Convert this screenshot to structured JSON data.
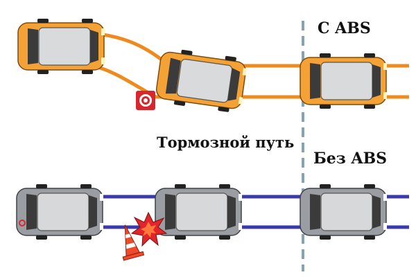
{
  "labels": {
    "with_abs": "С ABS",
    "without_abs": "Без ABS",
    "braking_distance": "Тормозной путь"
  },
  "colors": {
    "abs_track": "#ef8a1e",
    "abs_car_body": "#f4a236",
    "noabs_track": "#3a3ab0",
    "noabs_car_body": "#9a9ea3",
    "divider": "#86a3b3",
    "target_icon": "#d8262f"
  },
  "icons": [
    "target-icon",
    "traffic-cone-icon",
    "crash-burst-icon"
  ]
}
